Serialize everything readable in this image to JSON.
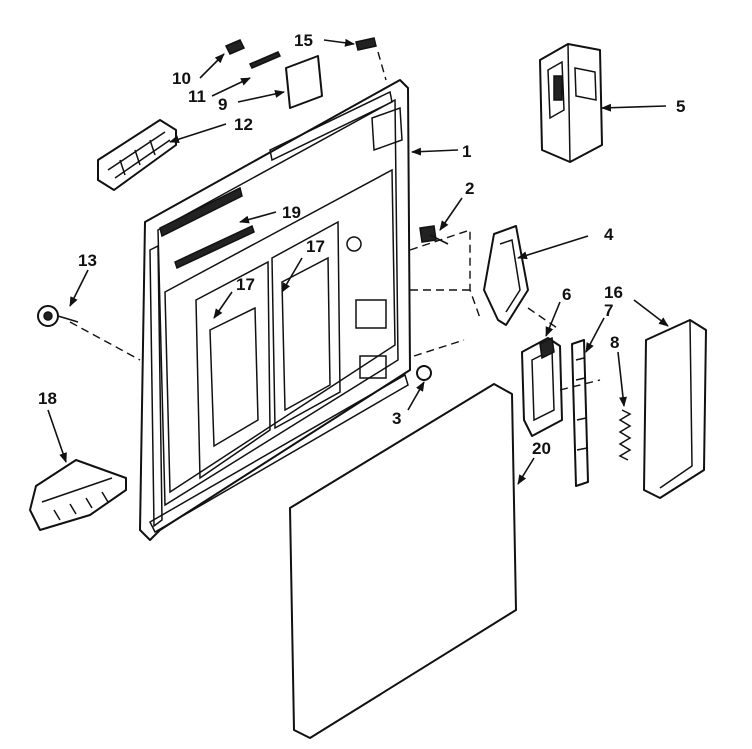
{
  "callouts": {
    "c1": "1",
    "c2": "2",
    "c3": "3",
    "c4": "4",
    "c5": "5",
    "c6": "6",
    "c7": "7",
    "c8": "8",
    "c9": "9",
    "c10": "10",
    "c11": "11",
    "c12": "12",
    "c13": "13",
    "c15": "15",
    "c16": "16",
    "c17a": "17",
    "c17b": "17",
    "c18": "18",
    "c19": "19",
    "c20": "20"
  },
  "colors": {
    "ink": "#111111",
    "paper": "#ffffff"
  }
}
